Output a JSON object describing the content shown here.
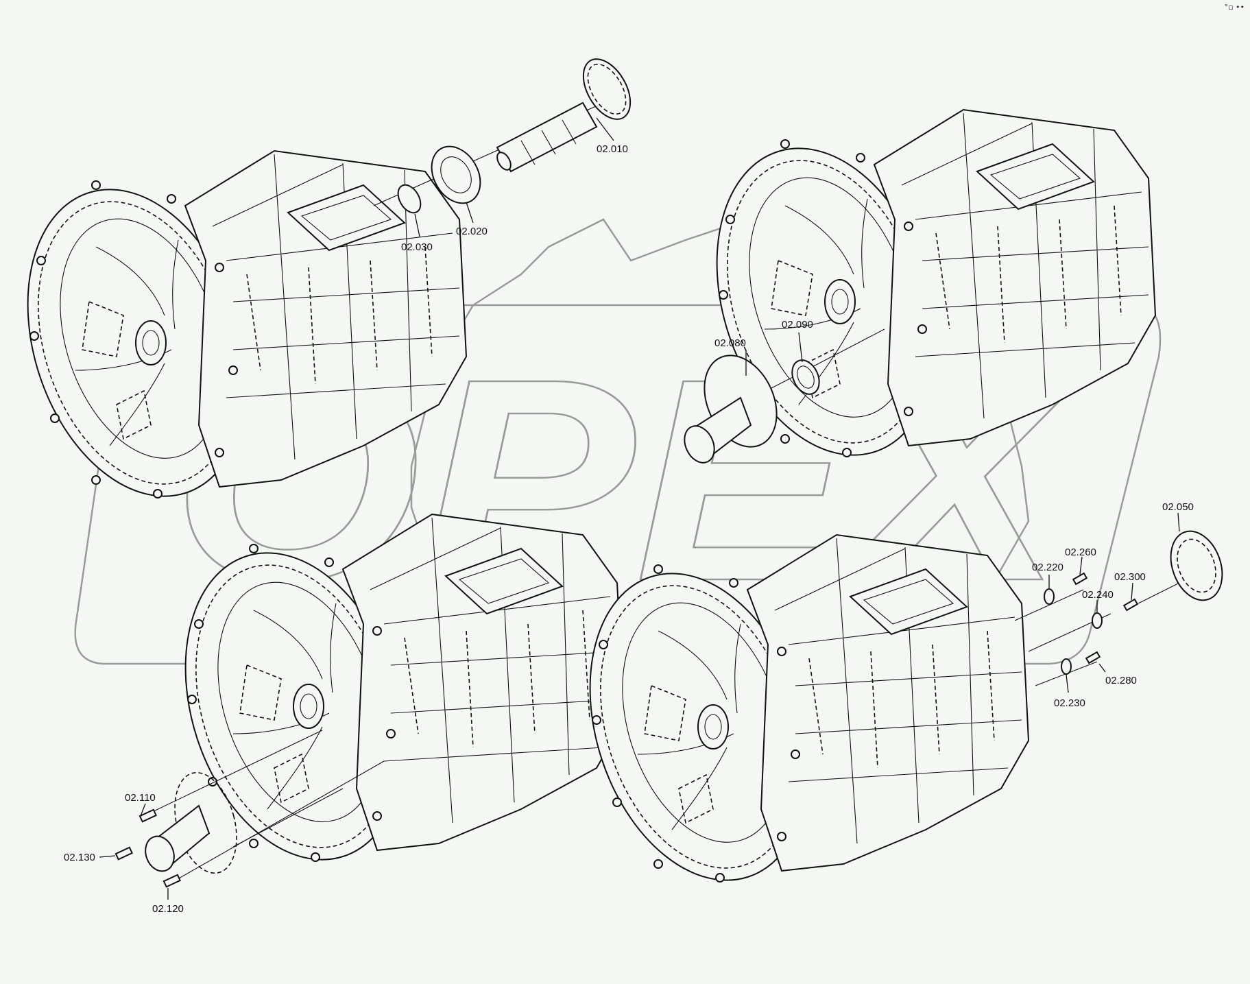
{
  "watermark": {
    "text": "OPEX"
  },
  "corner_mark": "°▫ ••",
  "callouts": [
    {
      "id": "c-02010",
      "label": "02.010"
    },
    {
      "id": "c-02020",
      "label": "02.020"
    },
    {
      "id": "c-02030",
      "label": "02.030"
    },
    {
      "id": "c-02080",
      "label": "02.080"
    },
    {
      "id": "c-02090",
      "label": "02.090"
    },
    {
      "id": "c-02050",
      "label": "02.050"
    },
    {
      "id": "c-02260",
      "label": "02.260"
    },
    {
      "id": "c-02220",
      "label": "02.220"
    },
    {
      "id": "c-02240",
      "label": "02.240"
    },
    {
      "id": "c-02300",
      "label": "02.300"
    },
    {
      "id": "c-02280",
      "label": "02.280"
    },
    {
      "id": "c-02230",
      "label": "02.230"
    },
    {
      "id": "c-02110",
      "label": "02.110"
    },
    {
      "id": "c-02130",
      "label": "02.130"
    },
    {
      "id": "c-02120",
      "label": "02.120"
    }
  ]
}
